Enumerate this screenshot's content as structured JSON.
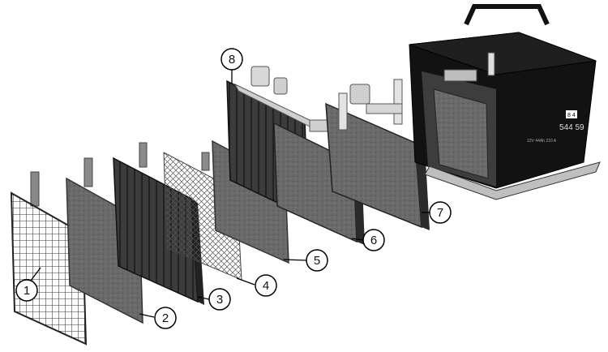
{
  "diagram": {
    "battery_case": {
      "label_top": "8 4",
      "label_number": "544 59",
      "small_print": "12V 44Ah 210 A"
    },
    "callouts": [
      {
        "id": "1",
        "text": "1"
      },
      {
        "id": "2",
        "text": "2"
      },
      {
        "id": "3",
        "text": "3"
      },
      {
        "id": "4",
        "text": "4"
      },
      {
        "id": "5",
        "text": "5"
      },
      {
        "id": "6",
        "text": "6"
      },
      {
        "id": "7",
        "text": "7"
      },
      {
        "id": "8",
        "text": "8"
      }
    ]
  }
}
